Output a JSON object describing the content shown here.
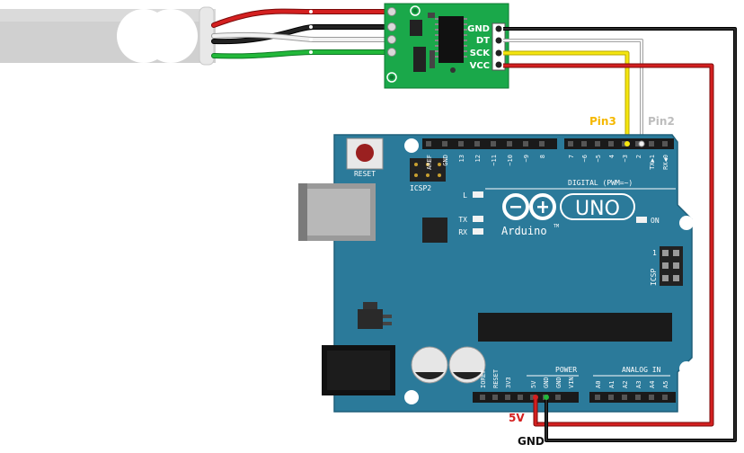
{
  "hx711": {
    "pins": [
      "GND",
      "DT",
      "SCK",
      "VCC"
    ]
  },
  "labels": {
    "pin3": "Pin3",
    "pin2": "Pin2",
    "v5": "5V",
    "gnd": "GND"
  },
  "arduino": {
    "reset": "RESET",
    "icsp2": "ICSP2",
    "icsp": "ICSP",
    "icsp_pin1": "1",
    "led_l": "L",
    "led_tx": "TX",
    "led_rx": "RX",
    "on": "ON",
    "logo_text": "UNO",
    "brand": "Arduino",
    "tm": "TM",
    "digital_label": "DIGITAL (PWM=~)",
    "analog_label": "ANALOG IN",
    "power_label": "POWER",
    "top_header_left": [
      "AREF",
      "GND",
      "13",
      "12",
      "~11",
      "~10",
      "~9",
      "8"
    ],
    "top_header_right": [
      "7",
      "~6",
      "~5",
      "4",
      "~3",
      "2",
      "TX▶1",
      "RX◀0"
    ],
    "power_pins": [
      "IOREF",
      "RESET",
      "3V3",
      "5V",
      "GND",
      "GND",
      "VIN"
    ],
    "analog_pins": [
      "A0",
      "A1",
      "A2",
      "A3",
      "A4",
      "A5"
    ]
  },
  "colors": {
    "board": "#2b7a9a",
    "board_dark": "#1e6a88",
    "hx711_board": "#16a34a",
    "wire_red": "#d42020",
    "wire_black": "#111111",
    "wire_white": "#e6e6e6",
    "wire_green": "#22b83a",
    "wire_yellow": "#f5e60f",
    "label_pin3": "#f5b800",
    "label_pin2": "#bdbdbd",
    "label_5v": "#d42020"
  }
}
